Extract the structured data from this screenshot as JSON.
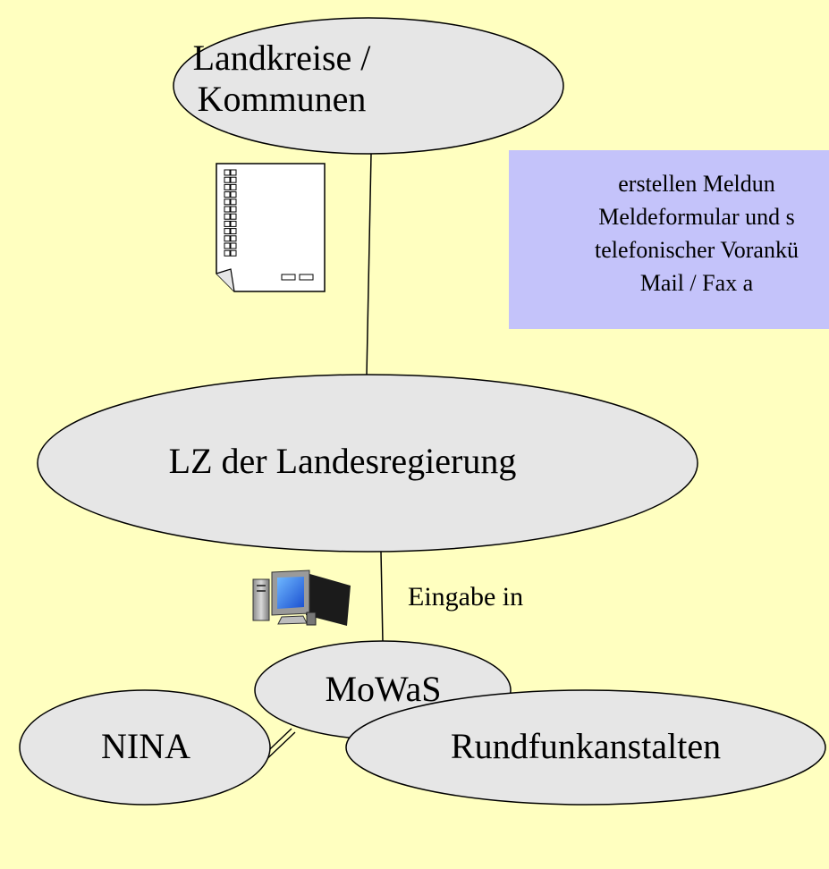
{
  "colors": {
    "background": "#FFFFC0",
    "node_fill": "#E6E6E6",
    "node_stroke": "#000000",
    "info_box_fill": "#C4C3FA"
  },
  "nodes": {
    "landkreise": {
      "line1": "Landkreise /",
      "line2": "Kommunen"
    },
    "lz": "LZ der Landesregierung",
    "mowas": "MoWaS",
    "nina": "NINA",
    "rundfunk": "Rundfunkanstalten"
  },
  "edge_label": "Eingabe in",
  "info_box": {
    "line1": "erstellen Meldun",
    "line2": "Meldeformular und s",
    "line3": "telefonischer Vorankü",
    "line4": "Mail / Fax a"
  },
  "icons": {
    "form": "checklist-form-icon",
    "computer": "desktop-computer-icon"
  }
}
